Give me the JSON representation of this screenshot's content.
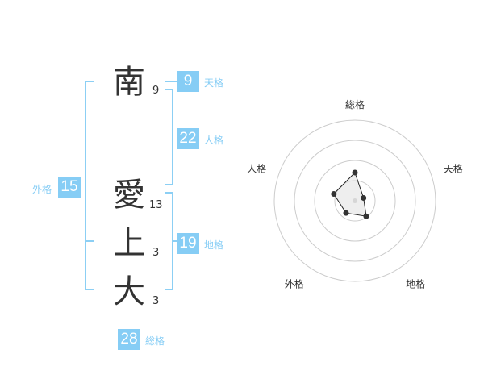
{
  "name": {
    "chars": [
      {
        "char": "南",
        "strokes": "9"
      },
      {
        "char": "愛",
        "strokes": "13"
      },
      {
        "char": "上",
        "strokes": "3"
      },
      {
        "char": "大",
        "strokes": "3"
      }
    ]
  },
  "kakusu": {
    "tenkaku": {
      "value": "9",
      "label": "天格"
    },
    "jinkaku": {
      "value": "22",
      "label": "人格"
    },
    "chikaku": {
      "value": "19",
      "label": "地格"
    },
    "gaikaku": {
      "value": "15",
      "label": "外格"
    },
    "soukaku": {
      "value": "28",
      "label": "総格"
    }
  },
  "chart_data": {
    "type": "radar",
    "axes": [
      "総格",
      "天格",
      "地格",
      "外格",
      "人格"
    ],
    "values": [
      28,
      9,
      19,
      15,
      22
    ],
    "rings": 4,
    "colors": {
      "fill": "#dddddd",
      "line": "#222222",
      "grid": "#cccccc",
      "point": "#333333"
    }
  }
}
